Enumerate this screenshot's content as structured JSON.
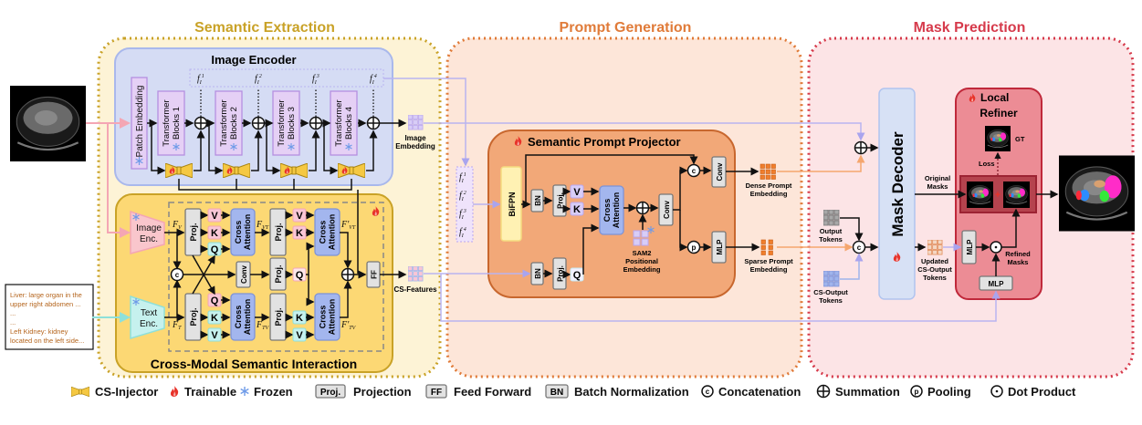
{
  "panels": {
    "semantic_extraction": {
      "title": "Semantic Extraction",
      "color": "#c9a227"
    },
    "prompt_generation": {
      "title": "Prompt Generation",
      "color": "#e07b39"
    },
    "mask_prediction": {
      "title": "Mask Prediction",
      "color": "#d63a4b"
    }
  },
  "text_prompt": [
    "Liver: large organ in the",
    "upper right abdomen ...",
    "...",
    "...",
    "Left Kidney: kidney",
    "located on the left side..."
  ],
  "image_encoder": {
    "title": "Image Encoder",
    "patch_embedding": "Patch Embedding",
    "block_word": "Transformer",
    "blocks": [
      "Blocks 1",
      "Blocks 2",
      "Blocks 3",
      "Blocks 4"
    ],
    "features": [
      {
        "base": "f",
        "sub": "I",
        "sup": "1"
      },
      {
        "base": "f",
        "sub": "I",
        "sup": "2"
      },
      {
        "base": "f",
        "sub": "I",
        "sup": "3"
      },
      {
        "base": "f",
        "sub": "I",
        "sup": "4"
      }
    ],
    "image_embedding": [
      "Image",
      "Embedding"
    ]
  },
  "cross_modal": {
    "title": "Cross-Modal Semantic Interaction",
    "image_enc": [
      "Image",
      "Enc."
    ],
    "text_enc": [
      "Text",
      "Enc."
    ],
    "proj": "Proj.",
    "v": "V",
    "k": "K",
    "q": "Q",
    "cross_attention": [
      "Cross",
      "Attention"
    ],
    "conv": "Conv",
    "concat": "c",
    "ff": "FF",
    "f_v": {
      "base": "F",
      "sub": "V"
    },
    "f_t": {
      "base": "F",
      "sub": "T"
    },
    "f_vt": {
      "base": "F",
      "sub": "VT"
    },
    "f_tv": {
      "base": "F",
      "sub": "TV"
    },
    "f_vt_prime": {
      "base": "F'",
      "sub": "VT"
    },
    "f_tv_prime": {
      "base": "F'",
      "sub": "TV"
    },
    "cs_features": "CS-Features"
  },
  "spp": {
    "title": "Semantic Prompt Projector",
    "bifpn": "BiFPN",
    "bn": "BN",
    "proj": "Proj.",
    "v": "V",
    "k": "K",
    "q": "Q",
    "cross_attention": [
      "Cross",
      "Attention"
    ],
    "conv": "Conv",
    "concat": "c",
    "pool": "p",
    "mlp": "MLP",
    "sam2": [
      "SAM2",
      "Positional",
      "Embedding"
    ],
    "dense": [
      "Dense Prompt",
      "Embedding"
    ],
    "sparse": [
      "Sparse Prompt",
      "Embedding"
    ]
  },
  "mask": {
    "mask_decoder": "Mask Decoder",
    "output_tokens": [
      "Output",
      "Tokens"
    ],
    "cs_output_tokens": [
      "CS-Output",
      "Tokens"
    ],
    "concat": "c",
    "updated_tokens": [
      "Updated",
      "CS-Output",
      "Tokens"
    ],
    "original_masks": [
      "Original",
      "Masks"
    ],
    "local_refiner": [
      "Local",
      "Refiner"
    ],
    "gt": "GT",
    "loss": "Loss",
    "mlp": "MLP",
    "refined_masks": [
      "Refined",
      "Masks"
    ]
  },
  "legend": {
    "cs_injector": "CS-Injector",
    "trainable": "Trainable",
    "frozen": "Frozen",
    "proj_symbol": "Proj.",
    "projection": "Projection",
    "ff_symbol": "FF",
    "feed_forward": "Feed Forward",
    "bn_symbol": "BN",
    "batch_norm": "Batch Normalization",
    "c_symbol": "c",
    "concatenation": "Concatenation",
    "summation": "Summation",
    "p_symbol": "p",
    "pooling": "Pooling",
    "dot_product": "Dot Product"
  },
  "colors": {
    "semantic_bg": "#fdf3d6",
    "image_encoder_bg": "#d5dcf4",
    "cross_modal_bg": "#fcd874",
    "prompt_bg": "#fde6d9",
    "spp_bg": "#f2a878",
    "mask_bg": "#fce4e6",
    "refiner_bg": "#ec8c95",
    "pink_arrow": "#f4a6b4",
    "cyan_arrow": "#8ee0da",
    "purple_arrow": "#b9b4f0",
    "orange_arrow": "#f5a66e"
  }
}
